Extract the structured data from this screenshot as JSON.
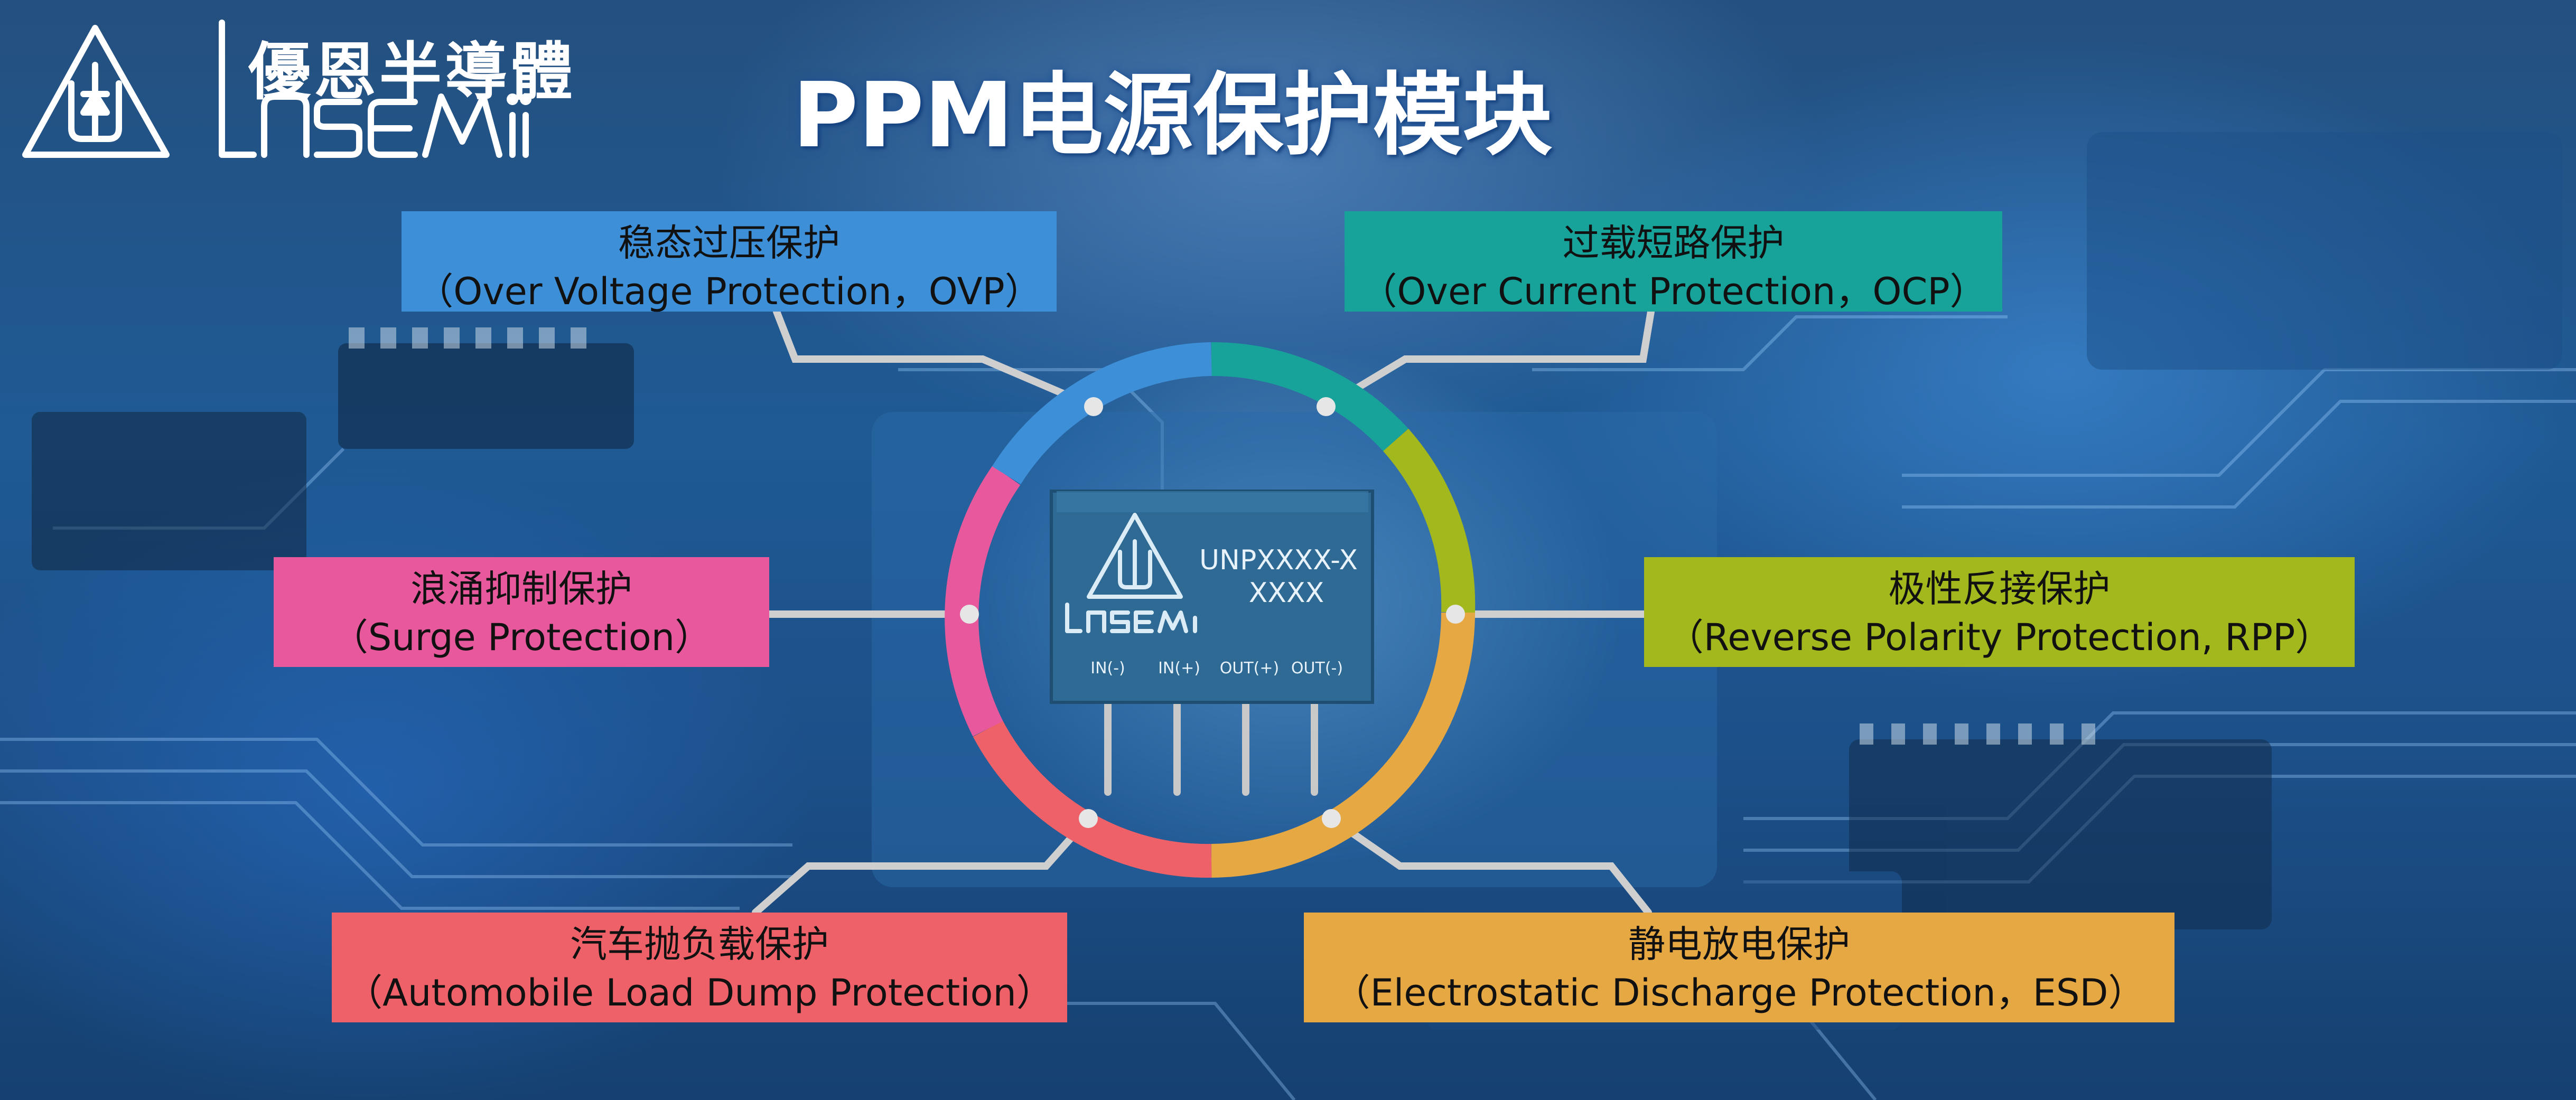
{
  "brand": {
    "name_cn": "優恩半導體",
    "wordmark": "UNSEMI"
  },
  "title": "PPM电源保护模块",
  "module": {
    "model": "UNPXXXX-X",
    "code": "XXXX",
    "pins": [
      "IN(-)",
      "IN(+)",
      "OUT(+)",
      "OUT(-)"
    ]
  },
  "features": {
    "ovp": {
      "cn": "稳态过压保护",
      "en": "（Over Voltage Protection，OVP）",
      "color": "#3d8fd8"
    },
    "ocp": {
      "cn": "过载短路保护",
      "en": "（Over Current Protection，OCP）",
      "color": "#17a39a"
    },
    "surge": {
      "cn": "浪涌抑制保护",
      "en": "（Surge Protection）",
      "color": "#e8589d"
    },
    "rpp": {
      "cn": "极性反接保护",
      "en": "（Reverse Polarity Protection, RPP）",
      "color": "#a3b81c"
    },
    "load": {
      "cn": "汽车抛负载保护",
      "en": "（Automobile Load Dump Protection）",
      "color": "#ee6168"
    },
    "esd": {
      "cn": "静电放电保护",
      "en": "（Electrostatic Discharge Protection，ESD）",
      "color": "#e6a843"
    }
  }
}
